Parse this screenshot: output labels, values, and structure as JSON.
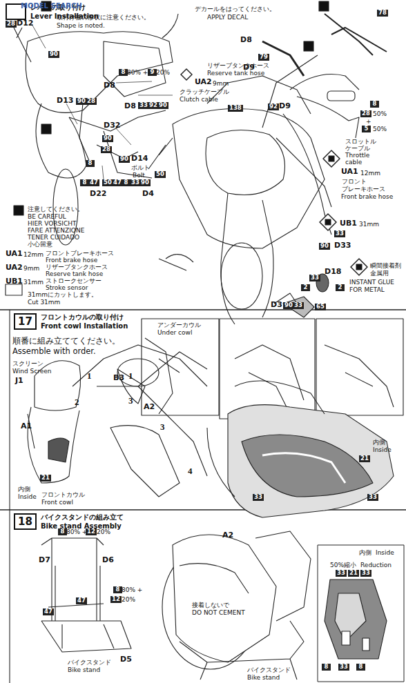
{
  "diagram": {
    "nodes": [
      {
        "text": [
          "レバーの取り付け",
          "Lever Installation"
        ]
      },
      {
        "text": [
          "17",
          "フロントカウルの取り付け",
          "Front cowl Installation"
        ]
      },
      {
        "text": [
          "18",
          "バイクスタンドの組み立て",
          "Bike stand Assembly"
        ]
      }
    ],
    "labels": [
      "MODEL SEARCH",
      "28",
      "D12",
      "取付け後の形状に注意ください。",
      "Shape is noted.",
      "90",
      "D13",
      "90",
      "28",
      "D32",
      "90",
      "28",
      "8",
      "8",
      "47",
      "50",
      "47",
      "8",
      "33",
      "90",
      "D22",
      "D4",
      "90",
      "D14",
      "ボルト",
      "Bolt",
      "50",
      "8",
      "80% +",
      "9",
      "20%",
      "D8",
      "D8",
      "33",
      "92",
      "90",
      "リザーブタンクホース",
      "Reserve tank hose",
      "UA2",
      "9mm",
      "クラッチケーブル",
      "Clutch cable",
      "138",
      "デカールをはってください。",
      "APPLY DECAL",
      "D8",
      "79",
      "D9",
      "78",
      "92",
      "D9",
      "8",
      "28",
      "50%",
      "+",
      "5",
      "50%",
      "スロットル",
      "ケーブル",
      "Throttle",
      "cable",
      "UA1",
      "12mm",
      "フロント",
      "ブレーキホース",
      "Front brake hose",
      "UB1",
      "31mm",
      "90",
      "D33",
      "33",
      "D18",
      "33",
      "2",
      "2",
      "65",
      "瞬間接着剤",
      "金属用",
      "INSTANT GLUE",
      "FOR METAL",
      "D3",
      "90",
      "33",
      "注意してください。",
      "BE CAREFUL",
      "HIER VORSICHT",
      "FARE ATTENZIONE",
      "TENER CUIDADO",
      "小心留意",
      "UA1",
      "12mm",
      "フロントブレーキホース",
      "Front brake hose",
      "UA2",
      "9mm",
      "リザーブタンクホース",
      "Reserve tank hose",
      "UB1",
      "31mm",
      "ストロークセンサー",
      "Stroke sensor",
      "31mmにカットします。",
      "Cut 31mm",
      "順番に組み立ててください。",
      "Assemble with order.",
      "スクリーン",
      "Wind Screen",
      "J1",
      "1",
      "1",
      "2",
      "3",
      "3",
      "4",
      "A1",
      "21",
      "内側",
      "Inside",
      "フロントカウル",
      "Front cowl",
      "アンダーカウル",
      "Under cowl",
      "B3",
      "A2",
      "内側",
      "Inside",
      "21",
      "33",
      "33",
      "A2",
      "8",
      "80% +",
      "12",
      "20%",
      "D7",
      "D6",
      "47",
      "47",
      "8",
      "80% +",
      "12",
      "20%",
      "D5",
      "バイクスタンド",
      "Bike stand",
      "接着しないで",
      "DO NOT CEMENT",
      "バイクスタンド",
      "Bike stand",
      "内側",
      "Inside",
      "50%縮小",
      "Reduction",
      "33",
      "21",
      "33",
      "8",
      "33",
      "8"
    ]
  }
}
